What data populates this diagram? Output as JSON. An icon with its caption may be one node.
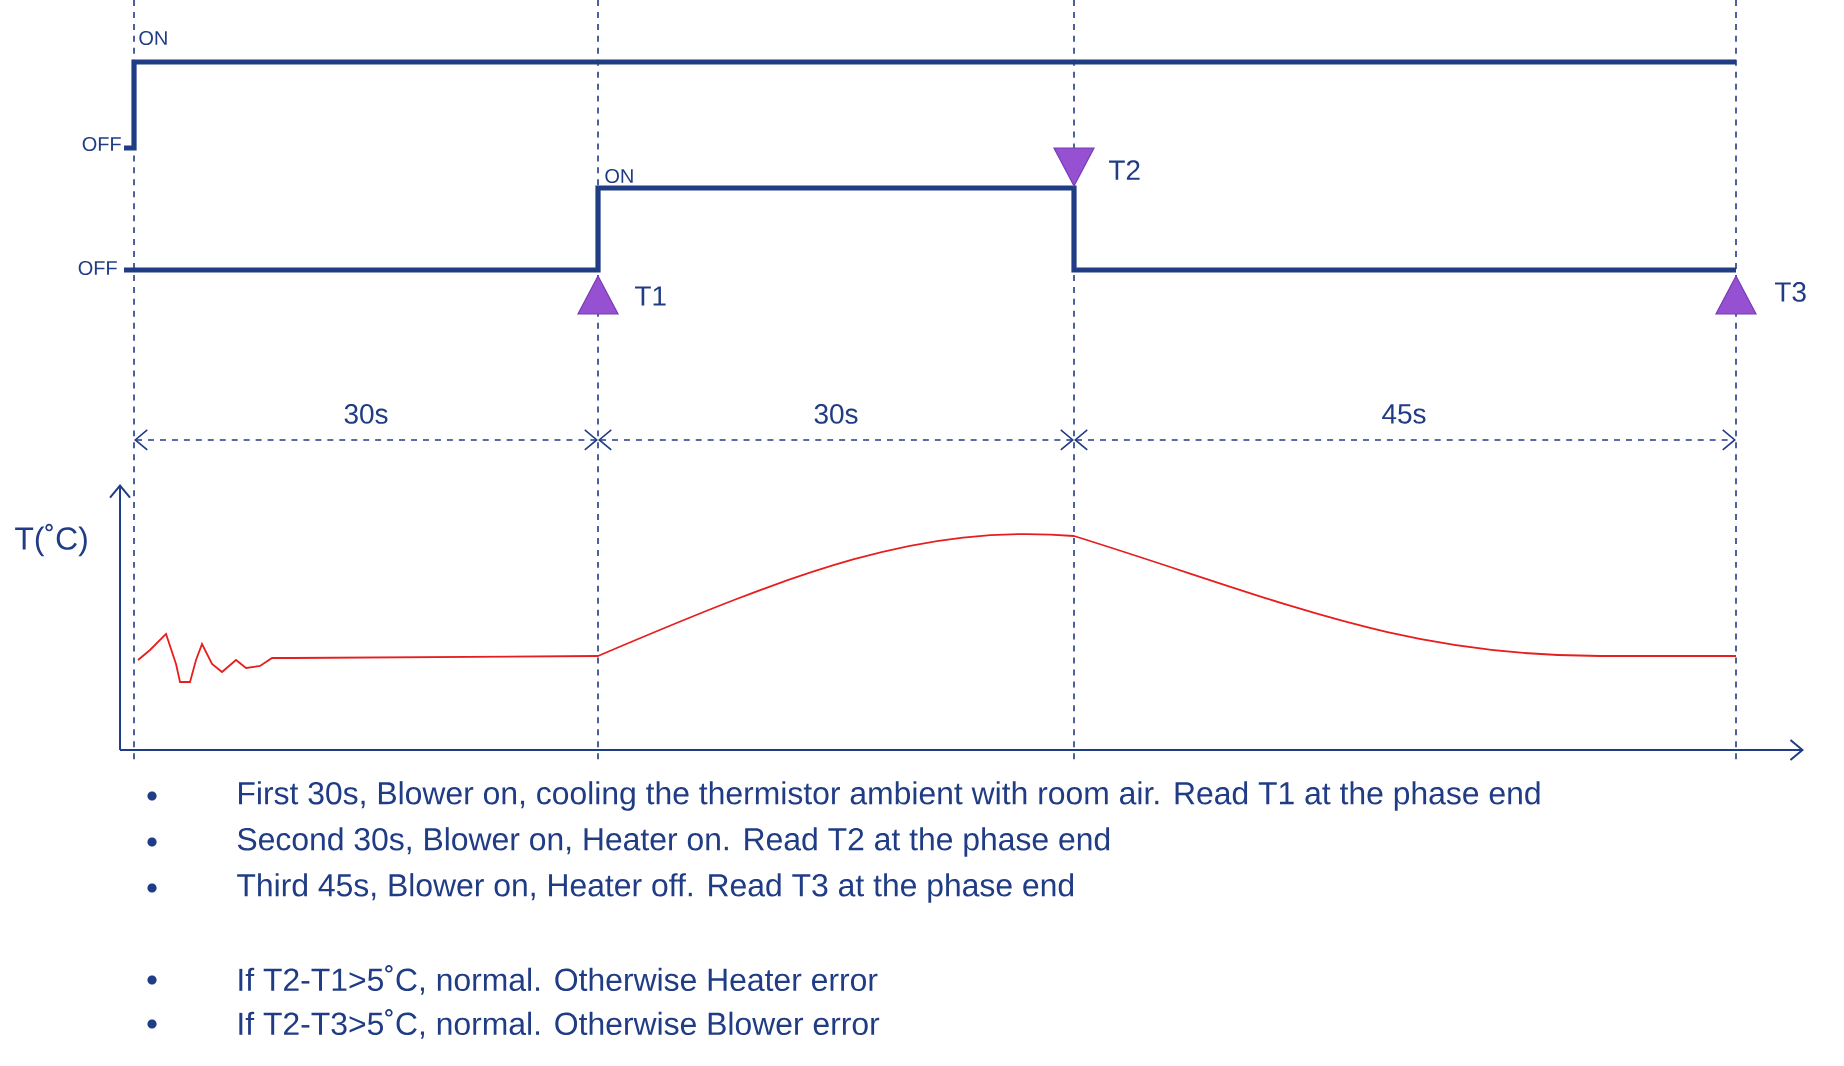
{
  "diagram": {
    "labels": [
      "ON",
      "OFF",
      "ON",
      "T2",
      "OFF",
      "T1",
      "T3",
      "30s",
      "30s",
      "45s",
      "T(˚C)",
      "First 30s, Blower on, cooling the thermistor ambient with room air. Read T1 at the phase end",
      "Second 30s, Blower on, Heater on. Read T2 at the phase end",
      "Third 45s, Blower on, Heater off. Read T3 at the phase end",
      "If T2-T1>5˚C, normal. Otherwise Heater error",
      "If T2-T3>5˚C, normal. Otherwise Blower error"
    ]
  }
}
